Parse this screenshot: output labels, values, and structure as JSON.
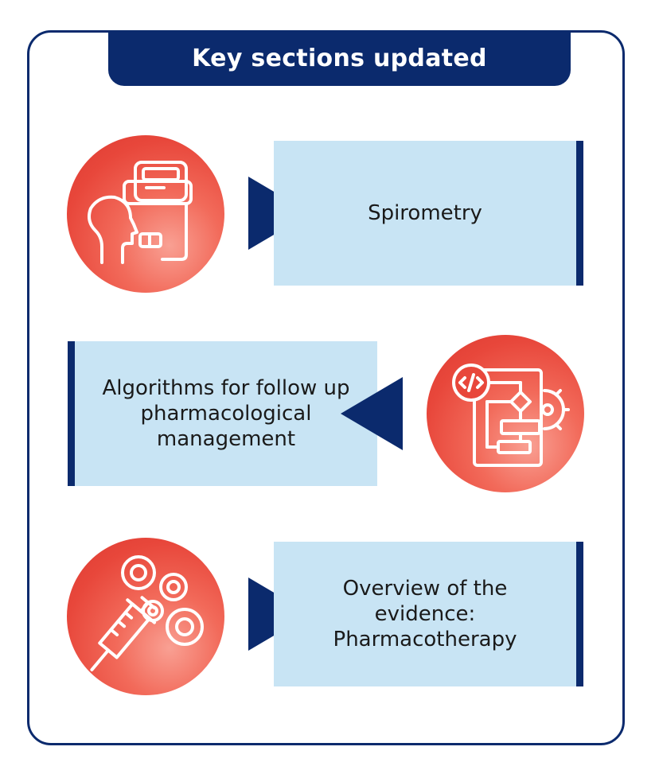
{
  "header": {
    "title": "Key sections updated"
  },
  "sections": [
    {
      "label": "Spirometry",
      "icon": "spirometry-icon"
    },
    {
      "label": "Algorithms for follow up\npharmacological\nmanagement",
      "icon": "flowchart-algorithm-icon"
    },
    {
      "label": "Overview of the\nevidence:\nPharmacotherapy",
      "icon": "syringe-pills-icon"
    }
  ],
  "colors": {
    "navy": "#0b2a6d",
    "box_fill": "#c8e4f4",
    "circle_red": "#e8473b"
  }
}
